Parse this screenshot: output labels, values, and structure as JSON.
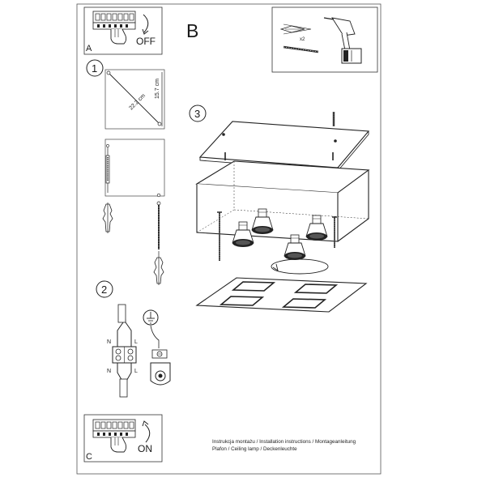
{
  "panels": {
    "a": {
      "letter": "A",
      "action": "OFF"
    },
    "b": {
      "letter": "B",
      "plug_count": "x2"
    },
    "c": {
      "letter": "C",
      "action": "ON"
    }
  },
  "steps": {
    "one": {
      "number": "1",
      "diagonal": "22.2 cm",
      "height": "15.7 cm"
    },
    "two": {
      "number": "2",
      "terminal_n": "N",
      "terminal_l": "L"
    },
    "three": {
      "number": "3"
    }
  },
  "footer": {
    "line1": "Instrukcja montażu / Installation instructions / Montageanleitung",
    "line2": "Plafon / Ceiling lamp / Deckenleuchte"
  }
}
